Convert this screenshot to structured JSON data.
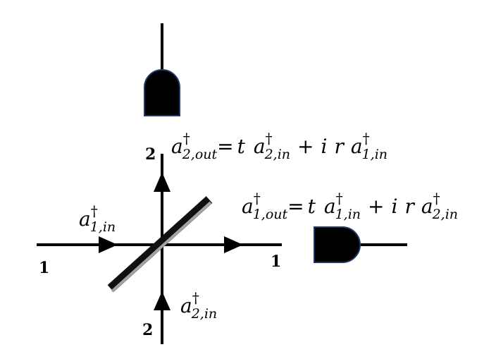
{
  "ports": {
    "horizontal_in": "1",
    "horizontal_out": "1",
    "vertical_in": "2",
    "vertical_out": "2"
  },
  "operators": {
    "a": "a",
    "dagger": "†",
    "in_1": "1,in",
    "in_2": "2,in",
    "out_1": "1,out",
    "out_2": "2,out"
  },
  "equations": {
    "out_1": {
      "lhs_sub": "1,out",
      "equals": "=",
      "t": "t",
      "term1_sub": "1,in",
      "plus": "+",
      "i": "i",
      "r": "r",
      "term2_sub": "2,in"
    },
    "out_2": {
      "lhs_sub": "2,out",
      "equals": "=",
      "t": "t",
      "term1_sub": "2,in",
      "plus": "+",
      "i": "i",
      "r": "r",
      "term2_sub": "1,in"
    }
  },
  "colors": {
    "beam": "#000000",
    "detector_fill": "#000000",
    "detector_outline": "#1f3864",
    "splitter_dark": "#111111",
    "splitter_light": "#bfbfbf"
  }
}
